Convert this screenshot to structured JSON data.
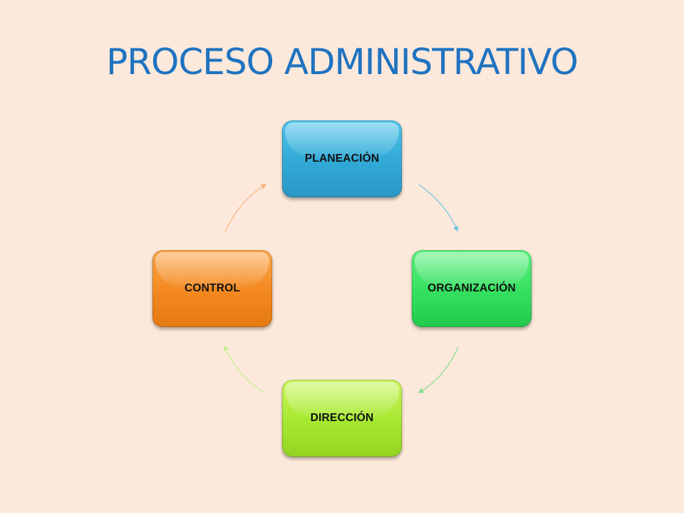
{
  "title": "PROCESO ADMINISTRATIVO",
  "nodes": {
    "planeacion": {
      "label": "PLANEACIÓN",
      "color": "#31a9d6"
    },
    "organizacion": {
      "label": "ORGANIZACIÓN",
      "color": "#34df5f"
    },
    "direccion": {
      "label": "DIRECCIÓN",
      "color": "#a6e831"
    },
    "control": {
      "label": "CONTROL",
      "color": "#f3881f"
    }
  },
  "colors": {
    "background": "#fce9dc",
    "title": "#1f73c0",
    "arrow_planeacion_to_organizacion": "#6fc3e0",
    "arrow_organizacion_to_direccion": "#7fe08a",
    "arrow_direccion_to_control": "#c6ec8a",
    "arrow_control_to_planeacion": "#f6b27a"
  }
}
